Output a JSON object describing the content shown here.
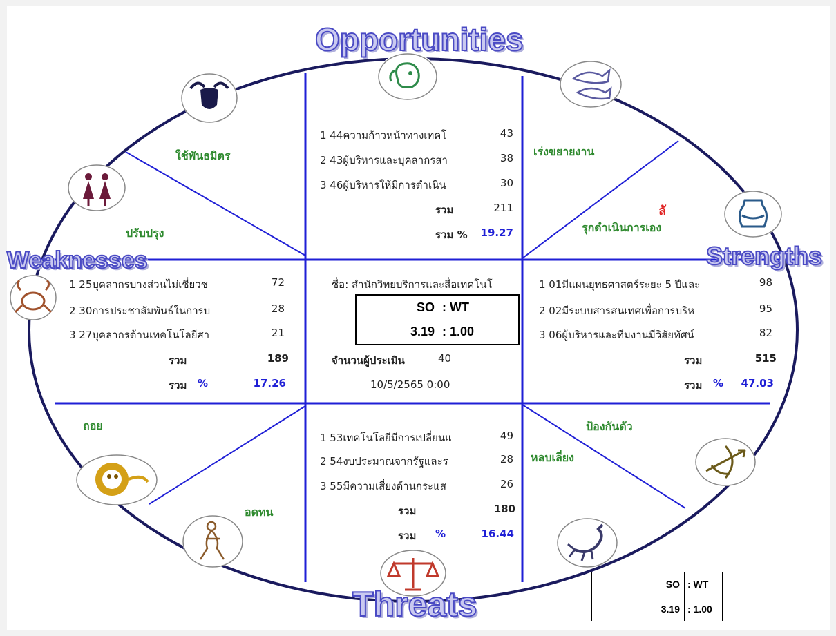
{
  "titles": {
    "top": "Opportunities",
    "left": "Weaknesses",
    "right": "Strengths",
    "bottom": "Threats"
  },
  "sector_labels": {
    "use_alliance": "ใช้พันธมิตร",
    "improve": "ปรับปรุง",
    "expand": "เร่งขยายงาน",
    "aggressive_mark": "ลั",
    "aggressive": "รุกดำเนินการเอง",
    "retreat": "ถอย",
    "endure": "อดทน",
    "defend": "ป้องกันตัว",
    "avoid": "หลบเลี่ยง"
  },
  "opportunities": {
    "rows": [
      {
        "text": "1 44ความก้าวหน้าทางเทคโ",
        "value": "43"
      },
      {
        "text": "2 43ผู้บริหารและบุคลากรสา",
        "value": "38"
      },
      {
        "text": "3 46ผู้บริหารให้มีการดำเนิน",
        "value": "30"
      }
    ],
    "total_label": "รวม",
    "total": "211",
    "pct_label": "รวม %",
    "pct": "19.27"
  },
  "weaknesses": {
    "rows": [
      {
        "text": "1 25บุคลากรบางส่วนไม่เชี่ยวช",
        "value": "72"
      },
      {
        "text": "2 30การประชาสัมพันธ์ในการบ",
        "value": "28"
      },
      {
        "text": "3 27บุคลากรด้านเทคโนโลยีสา",
        "value": "21"
      }
    ],
    "total_label": "รวม",
    "total": "189",
    "pct_label": "รวม",
    "pct_sign": "%",
    "pct": "17.26"
  },
  "strengths": {
    "rows": [
      {
        "text": "1 01มีแผนยุทธศาสตร์ระยะ 5 ปีและ",
        "value": "98"
      },
      {
        "text": "2 02มีระบบสารสนเทศเพื่อการบริห",
        "value": "95"
      },
      {
        "text": "3 06ผู้บริหารและทีมงานมีวิสัยทัศน์",
        "value": "82"
      }
    ],
    "total_label": "รวม",
    "total": "515",
    "pct_label": "รวม",
    "pct_sign": "%",
    "pct": "47.03"
  },
  "threats": {
    "rows": [
      {
        "text": "1 53เทคโนโลยีมีการเปลี่ยนแ",
        "value": "49"
      },
      {
        "text": "2 54งบประมาณจากรัฐและร",
        "value": "28"
      },
      {
        "text": "3 55มีความเสี่ยงด้านกระแส",
        "value": "26"
      }
    ],
    "total_label": "รวม",
    "total": "180",
    "pct_label": "รวม",
    "pct_sign": "%",
    "pct": "16.44"
  },
  "center": {
    "name": "ชื่อ: สำนักวิทยบริการและสื่อเทคโนโ",
    "ratio_head_left": "SO",
    "ratio_head_right": ": WT",
    "ratio_val_left": "3.19",
    "ratio_val_right": ": 1.00",
    "evaluators_label": "จำนวนผู้ประเมิน",
    "evaluators": "40",
    "datetime": "10/5/2565 0:00"
  },
  "ratio_box": {
    "head_left": "SO",
    "head_right": ": WT",
    "val_left": "3.19",
    "val_right": ": 1.00"
  },
  "icons": [
    "taurus-icon",
    "gemini-icon",
    "cancer-icon",
    "leo-icon",
    "virgo-icon",
    "libra-icon",
    "scorpio-icon",
    "sagittarius-icon",
    "aquarius-icon",
    "pisces-icon",
    "aries-icon"
  ],
  "colors": {
    "line": "#1f1fd6",
    "ellipse": "#1a1a5e",
    "label_green": "#2f8a2f",
    "title_fill": "#c9c9f0"
  }
}
